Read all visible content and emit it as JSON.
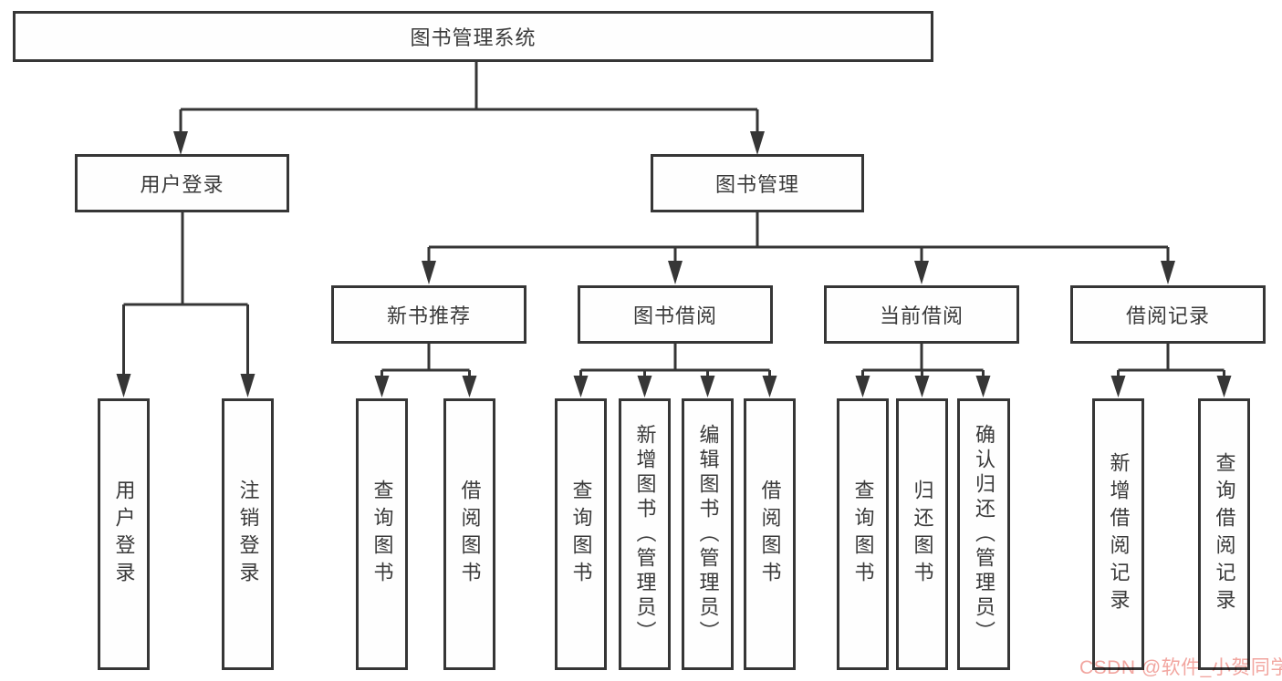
{
  "diagram": {
    "type": "org-tree",
    "root": {
      "label": "图书管理系统",
      "children": [
        {
          "label": "用户登录",
          "children": [
            {
              "label": "用户登录"
            },
            {
              "label": "注销登录"
            }
          ]
        },
        {
          "label": "图书管理",
          "children": [
            {
              "label": "新书推荐",
              "children": [
                {
                  "label": "查询图书"
                },
                {
                  "label": "借阅图书"
                }
              ]
            },
            {
              "label": "图书借阅",
              "children": [
                {
                  "label": "查询图书"
                },
                {
                  "label": "新增图书（管理员）"
                },
                {
                  "label": "编辑图书（管理员）"
                },
                {
                  "label": "借阅图书"
                }
              ]
            },
            {
              "label": "当前借阅",
              "children": [
                {
                  "label": "查询图书"
                },
                {
                  "label": "归还图书"
                },
                {
                  "label": "确认归还（管理员）"
                }
              ]
            },
            {
              "label": "借阅记录",
              "children": [
                {
                  "label": "新增借阅记录"
                },
                {
                  "label": "查询借阅记录"
                }
              ]
            }
          ]
        }
      ]
    }
  },
  "watermark": {
    "text": "CSDN @软件_小贺同学",
    "color": "#f2a6a0"
  },
  "colors": {
    "line": "#363636",
    "text": "#3a3a3a",
    "background": "#ffffff"
  }
}
